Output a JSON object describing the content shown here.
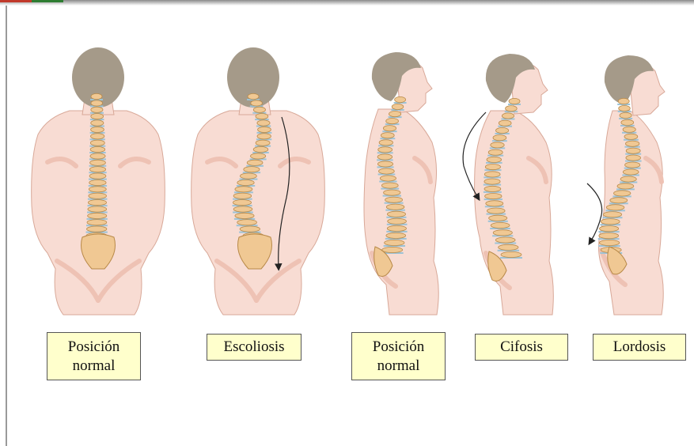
{
  "colors": {
    "skin": "#f8dcd3",
    "skin_shadow": "#eec2b4",
    "hair": "#a59a89",
    "vertebra": "#f0c893",
    "vertebra_outline": "#b88948",
    "disc": "#9cc3d6",
    "label_bg": "#ffffcc",
    "frame_accent_1": "#c0392b",
    "frame_accent_2": "#2e7d32"
  },
  "labels": {
    "posterior_normal": [
      "Posición",
      "normal"
    ],
    "escoliosis": [
      "Escoliosis"
    ],
    "lateral_normal": [
      "Posición",
      "normal"
    ],
    "cifosis": [
      "Cifosis"
    ],
    "lordosis": [
      "Lordosis"
    ]
  },
  "figures": [
    {
      "key": "posterior_normal",
      "view": "back",
      "condition": "normal"
    },
    {
      "key": "escoliosis",
      "view": "back",
      "condition": "scoliosis",
      "arrow": true
    },
    {
      "key": "lateral_normal",
      "view": "side",
      "condition": "normal"
    },
    {
      "key": "cifosis",
      "view": "side",
      "condition": "kyphosis",
      "arrow": true
    },
    {
      "key": "lordosis",
      "view": "side",
      "condition": "lordosis",
      "arrow": true
    }
  ]
}
